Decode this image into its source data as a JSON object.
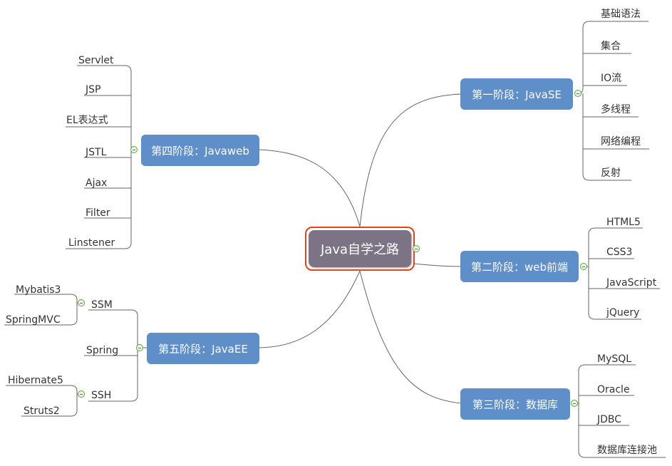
{
  "root": {
    "label": "Java自学之路"
  },
  "stage1": {
    "label": "第一阶段：JavaSE",
    "items": [
      "基础语法",
      "集合",
      "IO流",
      "多线程",
      "网络编程",
      "反射"
    ]
  },
  "stage2": {
    "label": "第二阶段：web前端",
    "items": [
      "HTML5",
      "CSS3",
      "JavaScript",
      "jQuery"
    ]
  },
  "stage3": {
    "label": "第三阶段：数据库",
    "items": [
      "MySQL",
      "Oracle",
      "JDBC",
      "数据库连接池"
    ]
  },
  "stage4": {
    "label": "第四阶段：Javaweb",
    "items": [
      "Servlet",
      "JSP",
      "EL表达式",
      "JSTL",
      "Ajax",
      "Filter",
      "Linstener"
    ]
  },
  "stage5": {
    "label": "第五阶段：JavaEE",
    "ssm": {
      "label": "SSM",
      "items": [
        "Mybatis3",
        "SpringMVC"
      ]
    },
    "spring": {
      "label": "Spring"
    },
    "ssh": {
      "label": "SSH",
      "items": [
        "Hibernate5",
        "Struts2"
      ]
    }
  },
  "colors": {
    "branch": "#5f8fc9",
    "root": "#7c7384",
    "highlight": "#e0461a",
    "connector": "#555555"
  }
}
